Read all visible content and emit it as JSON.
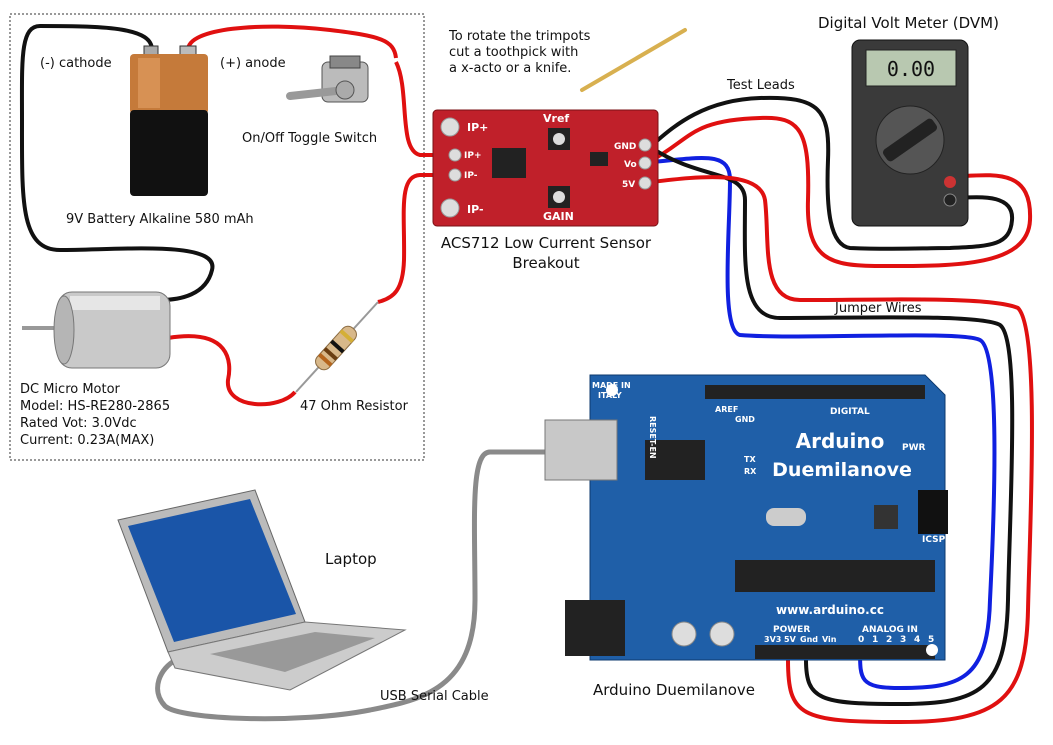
{
  "labels": {
    "cathode": "(-) cathode",
    "anode": "(+) anode",
    "toggle_switch": "On/Off Toggle Switch",
    "battery": "9V Battery Alkaline 580 mAh",
    "motor_title": "DC Micro Motor",
    "motor_model": "Model: HS-RE280-2865",
    "motor_rated": "Rated Vot: 3.0Vdc",
    "motor_current": "Current: 0.23A(MAX)",
    "resistor": "47 Ohm Resistor",
    "trimpot_note_1": "To rotate the trimpots",
    "trimpot_note_2": "cut a toothpick with",
    "trimpot_note_3": "a x-acto or a knife.",
    "sensor_line1": "ACS712 Low Current Sensor",
    "sensor_line2": "Breakout",
    "dvm": "Digital Volt Meter (DVM)",
    "test_leads": "Test Leads",
    "jumper_wires": "Jumper Wires",
    "laptop": "Laptop",
    "usb_cable": "USB Serial Cable",
    "arduino": "Arduino Duemilanove"
  },
  "sensor_board": {
    "ip_plus_1": "IP+",
    "ip_plus_2": "IP+",
    "ip_minus_1": "IP-",
    "ip_minus_2": "IP-",
    "vref": "Vref",
    "gain": "GAIN",
    "gnd": "GND",
    "vo": "Vo",
    "v5": "5V"
  },
  "dvm_display": "0.00",
  "arduino_board": {
    "brand_line1": "Arduino",
    "brand_line2": "Duemilanove",
    "made_in_1": "MADE IN",
    "made_in_2": "ITALY",
    "url": "www.arduino.cc",
    "digital": "DIGITAL",
    "power": "POWER",
    "analog_in": "ANALOG IN",
    "icsp": "ICSP",
    "pwr": "PWR",
    "reset_en": "RESET-EN",
    "aref": "AREF",
    "gnd": "GND",
    "tx": "TX",
    "rx": "RX",
    "power_pins": [
      "3V3",
      "5V",
      "Gnd",
      "Vin"
    ],
    "analog_pins": [
      "0",
      "1",
      "2",
      "3",
      "4",
      "5"
    ]
  },
  "colors": {
    "wire_red": "#e01010",
    "wire_black": "#111111",
    "wire_blue": "#1020e0",
    "wire_gray": "#8a8a8a",
    "sensor_pcb": "#c0202a",
    "arduino_pcb": "#1f5fa8"
  }
}
